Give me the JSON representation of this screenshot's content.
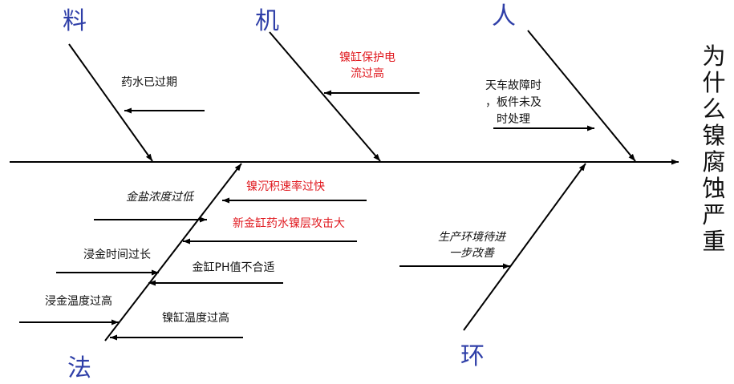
{
  "effect": {
    "lines": [
      "为",
      "什",
      "么",
      "镍",
      "腐",
      "蚀",
      "严",
      "重"
    ]
  },
  "categories": [
    {
      "id": "material",
      "label": "料"
    },
    {
      "id": "machine",
      "label": "机"
    },
    {
      "id": "people",
      "label": "人"
    },
    {
      "id": "method",
      "label": "法"
    },
    {
      "id": "environment",
      "label": "环"
    }
  ],
  "causes": [
    {
      "id": "expired",
      "category": "material",
      "lines": [
        "药水已过期"
      ],
      "color": "#111111",
      "italic": false
    },
    {
      "id": "nickel-current",
      "category": "machine",
      "lines": [
        "镍缸保护电",
        "流过高"
      ],
      "color": "#e0191f",
      "italic": false
    },
    {
      "id": "crane-fault",
      "category": "people",
      "lines": [
        "天车故障时",
        "，板件未及",
        "时处理"
      ],
      "color": "#111111",
      "italic": false
    },
    {
      "id": "gold-salt",
      "category": "method",
      "lines": [
        "金盐浓度过低"
      ],
      "color": "#111111",
      "italic": true
    },
    {
      "id": "deposit-rate",
      "category": "method",
      "lines": [
        "镍沉积速率过快"
      ],
      "color": "#e0191f",
      "italic": false
    },
    {
      "id": "new-gold-tank",
      "category": "method",
      "lines": [
        "新金缸药水镍层攻击大"
      ],
      "color": "#e0191f",
      "italic": false
    },
    {
      "id": "immersion-time",
      "category": "method",
      "lines": [
        "浸金时间过长"
      ],
      "color": "#111111",
      "italic": false
    },
    {
      "id": "gold-ph",
      "category": "method",
      "lines": [
        "金缸PH值不合适"
      ],
      "color": "#111111",
      "italic": false
    },
    {
      "id": "immersion-temp",
      "category": "method",
      "lines": [
        "浸金温度过高"
      ],
      "color": "#111111",
      "italic": false
    },
    {
      "id": "nickel-temp",
      "category": "method",
      "lines": [
        "镍缸温度过高"
      ],
      "color": "#111111",
      "italic": false
    },
    {
      "id": "environment",
      "category": "environment",
      "lines": [
        "生产环境待进",
        "一步改善"
      ],
      "color": "#111111",
      "italic": true
    }
  ]
}
